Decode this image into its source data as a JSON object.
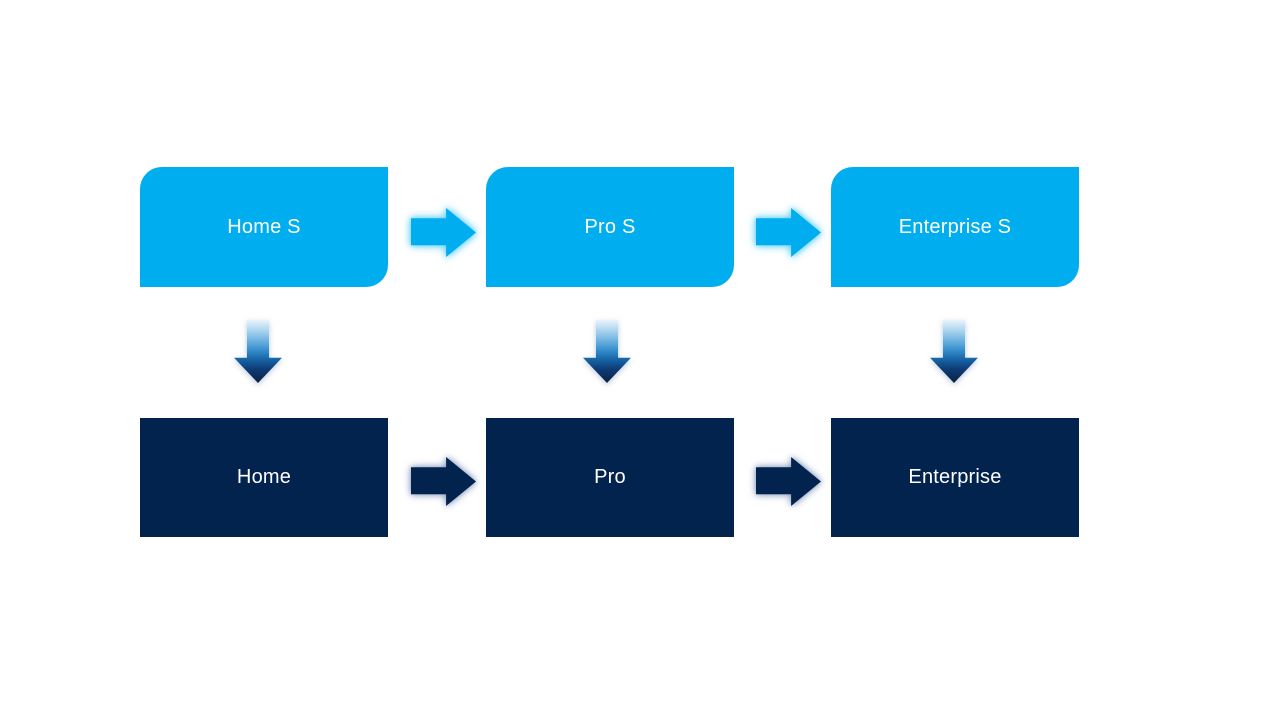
{
  "diagram": {
    "title": "edition-upgrade-flow",
    "columns": [
      {
        "top_label": "Home S",
        "bottom_label": "Home"
      },
      {
        "top_label": "Pro S",
        "bottom_label": "Pro"
      },
      {
        "top_label": "Enterprise S",
        "bottom_label": "Enterprise"
      }
    ],
    "colors": {
      "canvas_bg": "#FFFFFF",
      "top_box": "#00AEEF",
      "bottom_box": "#03234F",
      "label_text": "#FFFFFF",
      "down_arrow_gradient_top": "#E9F4FC",
      "down_arrow_gradient_mid": "#3E96D2",
      "down_arrow_gradient_bottom": "#0A2142"
    }
  }
}
